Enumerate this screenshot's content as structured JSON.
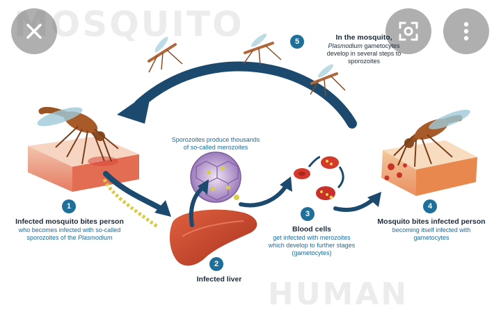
{
  "watermarks": {
    "top": "MOSQUITO",
    "bottom": "HUMAN"
  },
  "overlay": {
    "close_icon": "close-icon",
    "lens_icon": "lens-scan-icon",
    "more_icon": "more-vertical-icon"
  },
  "steps": {
    "s1": {
      "number": "1",
      "title": "Infected mosquito bites person",
      "desc_a": "who becomes infected with so-called",
      "desc_b": "sporozoites of the ",
      "desc_italic": "Plasmodium"
    },
    "s2": {
      "number": "2",
      "title": "Infected liver"
    },
    "s3": {
      "number": "3",
      "title": "Blood cells",
      "desc_a": "get infected with merozoites",
      "desc_b": "which develop to further stages",
      "desc_c": "(gametocytes)"
    },
    "s4": {
      "number": "4",
      "title": "Mosquito bites infected person",
      "desc_a": "becoming itself infected with",
      "desc_b": "gametocytes"
    },
    "s5": {
      "number": "5",
      "title": "In the mosquito,",
      "desc_italic": "Plasmodium",
      "desc_a": " gametocytes",
      "desc_b": "develop in several steps to",
      "desc_c": "sporozoites"
    }
  },
  "callout": {
    "line1": "Sporozoites produce thousands",
    "line2": "of so-called merozoites"
  },
  "colors": {
    "arrow": "#1c4a6e",
    "badge": "#1e6f9a",
    "text_blue": "#1a6a9a",
    "skin": "#e88a70",
    "liver": "#c8452e",
    "cell": "#d33a2c",
    "mosquito": "#a25a2a",
    "wing": "#9ec9d8"
  }
}
